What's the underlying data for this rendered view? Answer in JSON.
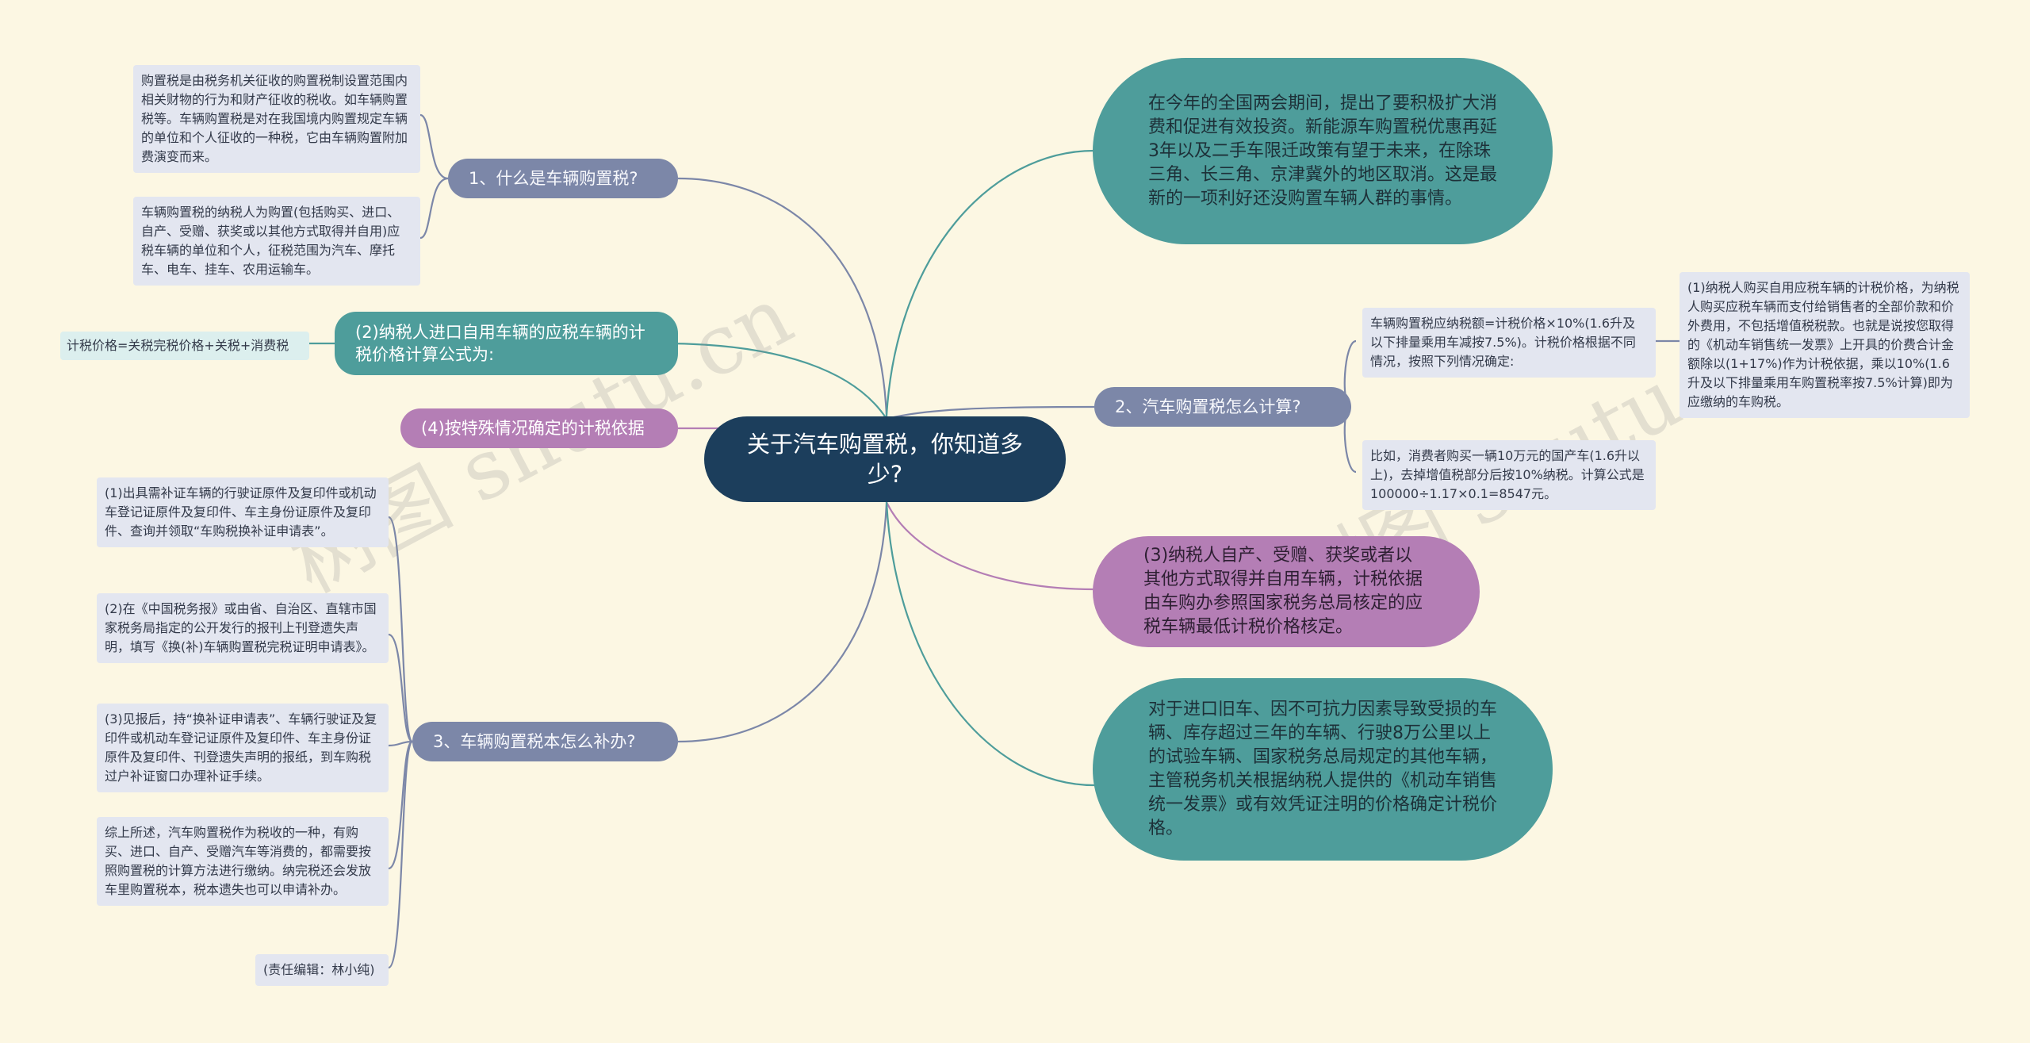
{
  "root": {
    "label": "关于汽车购置税，你知道多少?"
  },
  "left": {
    "q1": {
      "label": "1、什么是车辆购置税?",
      "leaves": [
        "购置税是由税务机关征收的购置税制设置范围内相关财物的行为和财产征收的税收。如车辆购置税等。车辆购置税是对在我国境内购置规定车辆的单位和个人征收的一种税，它由车辆购置附加费演变而来。",
        "车辆购置税的纳税人为购置(包括购买、进口、自产、受赠、获奖或以其他方式取得并自用)应税车辆的单位和个人，征税范围为汽车、摩托车、电车、挂车、农用运输车。"
      ]
    },
    "q2": {
      "label": "(2)纳税人进口自用车辆的应税车辆的计税价格计算公式为:",
      "leaf": "计税价格=关税完税价格+关税+消费税"
    },
    "q4": {
      "label": "(4)按特殊情况确定的计税依据"
    },
    "q3": {
      "label": "3、车辆购置税本怎么补办?",
      "leaves": [
        "(1)出具需补证车辆的行驶证原件及复印件或机动车登记证原件及复印件、车主身份证原件及复印件、查询并领取“车购税换补证申请表”。",
        "(2)在《中国税务报》或由省、自治区、直辖市国家税务局指定的公开发行的报刊上刊登遗失声明，填写《换(补)车辆购置税完税证明申请表》。",
        "(3)见报后，持“换补证申请表”、车辆行驶证及复印件或机动车登记证原件及复印件、车主身份证原件及复印件、刊登遗失声明的报纸，到车购税过户补证窗口办理补证手续。",
        "综上所述，汽车购置税作为税收的一种，有购买、进口、自产、受赠汽车等消费的，都需要按照购置税的计算方法进行缴纳。纳完税还会发放车里购置税本，税本遗失也可以申请补办。",
        "(责任编辑：林小纯)"
      ]
    }
  },
  "right": {
    "intro": "在今年的全国两会期间，提出了要积极扩大消费和促进有效投资。新能源车购置税优惠再延3年以及二手车限迁政策有望于未来，在除珠三角、长三角、京津冀外的地区取消。这是最新的一项利好还没购置车辆人群的事情。",
    "q2": {
      "label": "2、汽车购置税怎么计算?",
      "leaves": [
        "车辆购置税应纳税额=计税价格×10%(1.6升及以下排量乘用车减按7.5%)。计税价格根据不同情况，按照下列情况确定:",
        "比如，消费者购买一辆10万元的国产车(1.6升以上)，去掉增值税部分后按10%纳税。计算公式是100000÷1.17×0.1=8547元。"
      ],
      "subleaf": "(1)纳税人购买自用应税车辆的计税价格，为纳税人购买应税车辆而支付给销售者的全部价款和价外费用，不包括增值税税款。也就是说按您取得的《机动车销售统一发票》上开具的价费合计金额除以(1+17%)作为计税依据，乘以10%(1.6升及以下排量乘用车购置税率按7.5%计算)即为应缴纳的车购税。"
    },
    "q3": "(3)纳税人自产、受赠、获奖或者以其他方式取得并自用车辆，计税依据由车购办参照国家税务总局核定的应税车辆最低计税价格核定。",
    "imported": "对于进口旧车、因不可抗力因素导致受损的车辆、库存超过三年的车辆、行驶8万公里以上的试验车辆、国家税务总局规定的其他车辆，主管税务机关根据纳税人提供的《机动车销售统一发票》或有效凭证注明的价格确定计税价格。"
  },
  "watermark": [
    "树图 shutu.cn",
    "树图 shutu.cn"
  ],
  "colors": {
    "background": "#fcf7e3",
    "root": "#1c3e5c",
    "slate": "#7c87a8",
    "teal": "#4e9d9b",
    "purple": "#b47eb5",
    "leaf": "#e3e6f0"
  }
}
